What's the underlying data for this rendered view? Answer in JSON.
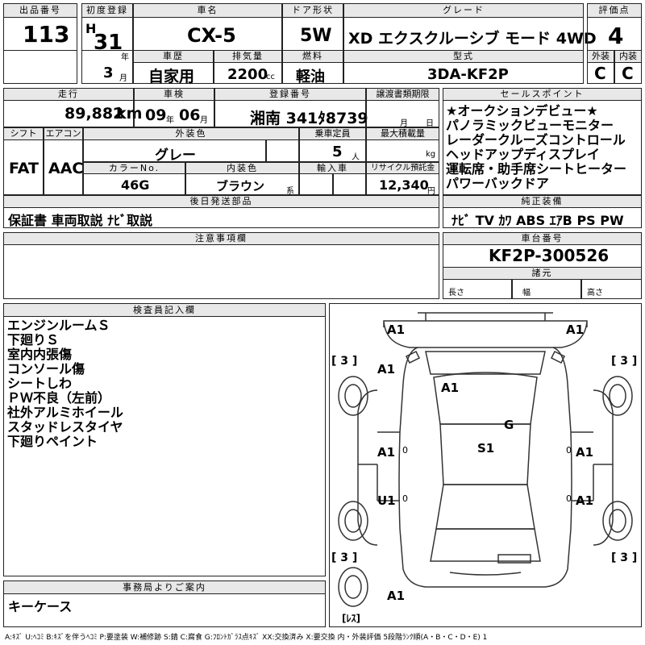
{
  "header": {
    "lot_label": "出品番号",
    "lot": "113",
    "first_reg_label": "初度登録",
    "era": "H",
    "year": "31",
    "year_unit": "年",
    "month": "3",
    "month_unit": "月",
    "car_name_label": "車名",
    "car_name": "CX-5",
    "door_label": "ドア形状",
    "door": "5W",
    "grade_label": "グレード",
    "grade": "XD エクスクルーシブ モード 4WD",
    "score_label": "評価点",
    "score": "4",
    "history_label": "車歴",
    "history": "自家用",
    "displacement_label": "排気量",
    "displacement": "2200",
    "cc": "cc",
    "fuel_label": "燃料",
    "fuel": "軽油",
    "model_label": "型式",
    "model": "3DA-KF2P",
    "ext_label": "外装",
    "ext": "C",
    "int_label": "内装",
    "int": "C"
  },
  "row2": {
    "mileage_label": "走行",
    "mileage": "89,882",
    "km": "km",
    "inspection_label": "車検",
    "insp_year": "09",
    "insp_month": "06",
    "y": "年",
    "m": "月",
    "plate_label": "登録番号",
    "plate": "湘南 341ﾀ8739",
    "transfer_label": "譲渡書類期限",
    "transfer_m": "月",
    "transfer_d": "日",
    "sales_label": "セールスポイント",
    "sales": [
      "★オークションデビュー★",
      "パノラミックビューモニター",
      "レーダークルーズコントロール",
      "ヘッドアップディスプレイ",
      "運転席・助手席シートヒーター",
      "パワーバックドア"
    ]
  },
  "row3": {
    "shift_label": "シフト",
    "shift": "FAT",
    "ac_label": "エアコン",
    "ac": "AAC",
    "exterior_color_label": "外装色",
    "exterior_color": "グレー",
    "capacity_label": "乗車定員",
    "capacity": "5",
    "person": "人",
    "load_label": "最大積載量",
    "kg": "kg",
    "color_no_label": "カラーNo.",
    "color_no": "46G",
    "interior_color_label": "内装色",
    "interior_color": "ブラウン",
    "kei": "系",
    "import_label": "輸入車",
    "recycle_label": "リサイクル預託金",
    "recycle": "12,340",
    "yen": "円"
  },
  "later_label": "後日発送部品",
  "later": "保証書 車両取説 ﾅﾋﾞ取説",
  "equip_label": "純正装備",
  "equip": "ﾅﾋﾞ TV ｶﾜ ABS ｴｱB PS PW",
  "notes_label": "注意事項欄",
  "frame_label": "車台番号",
  "frame": "KF2P-300526",
  "spec_label": "諸元",
  "length": "長さ",
  "width": "幅",
  "height": "高さ",
  "inspector_label": "検査員記入欄",
  "inspector": [
    "エンジンルームＳ",
    "下廻りＳ",
    "室内内張傷",
    "コンソール傷",
    "シートしわ",
    "ＰＷ不良（左前）",
    "社外アルミホイール",
    "スタッドレスタイヤ",
    "下廻りペイント"
  ],
  "office_label": "事務局よりご案内",
  "office": "キーケース",
  "marks": {
    "fl": "A1",
    "fr": "A1",
    "hood": "A1",
    "left_fender": "A1",
    "roof": "G",
    "right_door": "A1",
    "left_door": "A1",
    "seat": "S1",
    "left_rear": "U1",
    "right_rear": "A1",
    "rear": "A1",
    "d0": "0",
    "d1": "0",
    "d2": "0",
    "d3": "0",
    "t1": "[ 3 ]",
    "t2": "[ 3 ]",
    "t3": "[ 3 ]",
    "t4": "[ 3 ]",
    "spare": "[ﾚｽ]"
  },
  "legend": "A:ｷｽﾞ U:ﾍｺﾐ B:ｷｽﾞを伴うﾍｺﾐ P:要塗装 W:補修跡 S:錆 C:腐食 G:ﾌﾛﾝﾄｶﾞﾗｽ点ｷｽﾞ XX:交換済み X:要交換 内・外装評価 5段階ﾗﾝｸ順(A・B・C・D・E) 1"
}
